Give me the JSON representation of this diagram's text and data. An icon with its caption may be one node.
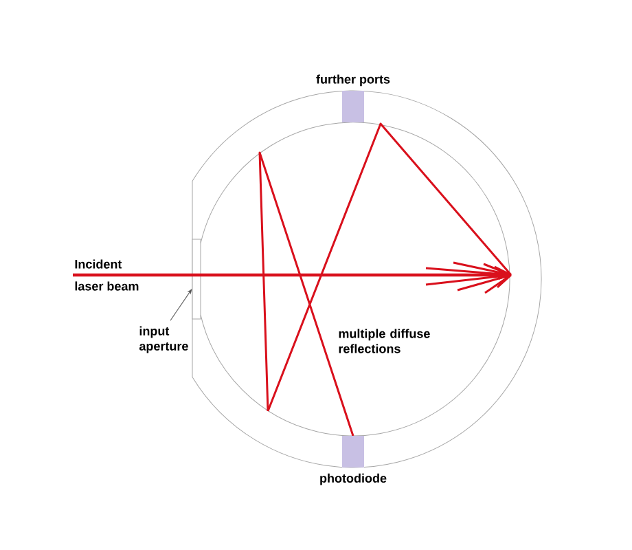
{
  "diagram": {
    "nodes": [
      {
        "text": [
          "Incident",
          "laser beam"
        ]
      },
      {
        "text": [
          "input aperture"
        ]
      },
      {
        "text": [],
        "shape": "box"
      },
      {
        "text": [
          "further ports"
        ]
      },
      {
        "text": [
          "photodiode"
        ]
      }
    ],
    "edges": [
      {
        "from": 0,
        "to": null,
        "arrow": "to",
        "style": "thick",
        "color": "#d9101c"
      },
      {
        "from": 1,
        "to": 2,
        "arrow": "to",
        "color": "#555555"
      }
    ],
    "labels": [
      "multiple diffuse reflections"
    ]
  }
}
